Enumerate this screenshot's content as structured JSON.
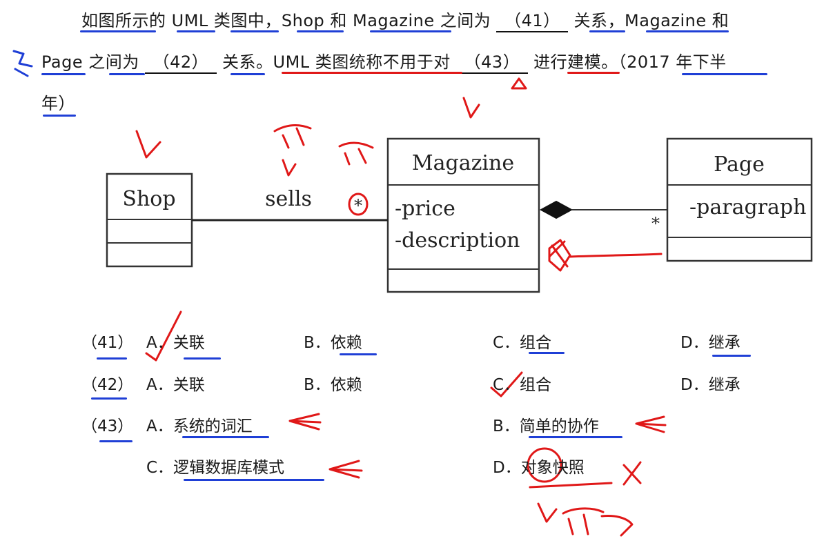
{
  "question": {
    "line1": {
      "p1": "如图所示的 UML 类图中，Shop 和 Magazine 之间为",
      "blank41": "（41）",
      "p2": "关系，Magazine 和"
    },
    "line2": {
      "p1": "Page 之间为",
      "blank42": "（42）",
      "p2": "关系。UML 类图统称不用于对",
      "blank43": "（43）",
      "p3": "进行建模。（2017 年下半"
    },
    "line3": {
      "p1": "年）"
    }
  },
  "diagram": {
    "shop": {
      "name": "Shop"
    },
    "magazine": {
      "name": "Magazine",
      "attr1": "-price",
      "attr2": "-description"
    },
    "page": {
      "name": "Page",
      "attr1": "-paragraph"
    },
    "association_label": "sells",
    "mult_magazine": "*",
    "mult_page": "*"
  },
  "options": {
    "q41": {
      "num": "（41）",
      "a": "A．关联",
      "b": "B．依赖",
      "c": "C．组合",
      "d": "D．继承"
    },
    "q42": {
      "num": "（42）",
      "a": "A．关联",
      "b": "B．依赖",
      "c": "C．组合",
      "d": "D．继承"
    },
    "q43": {
      "num": "（43）",
      "a": "A．系统的词汇",
      "b": "B．简单的协作",
      "c": "C．逻辑数据库模式",
      "d": "D．对象快照"
    }
  },
  "colors": {
    "ink_red": "#e01818",
    "ink_blue": "#1f3fd6",
    "text": "#1a1a1a"
  }
}
